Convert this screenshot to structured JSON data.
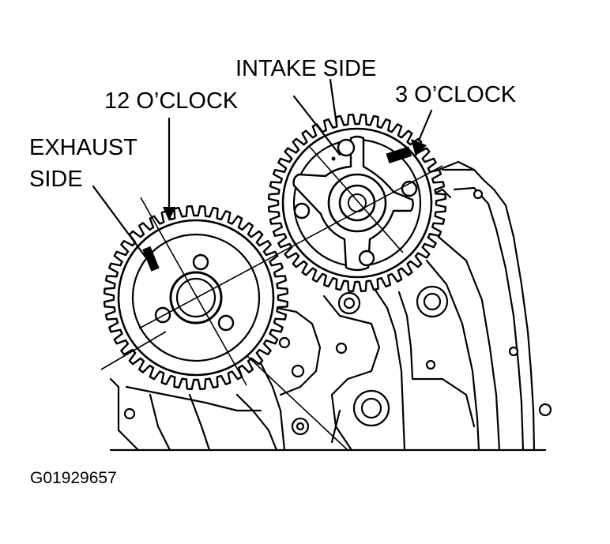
{
  "labels": {
    "intake_side": "INTAKE SIDE",
    "three_oclock": "3 O’CLOCK",
    "twelve_oclock": "12 O’CLOCK",
    "exhaust_line1": "EXHAUST",
    "exhaust_line2": "SIDE"
  },
  "figure_id": "G01929657",
  "colors": {
    "ink": "#000000",
    "paper": "#ffffff"
  }
}
